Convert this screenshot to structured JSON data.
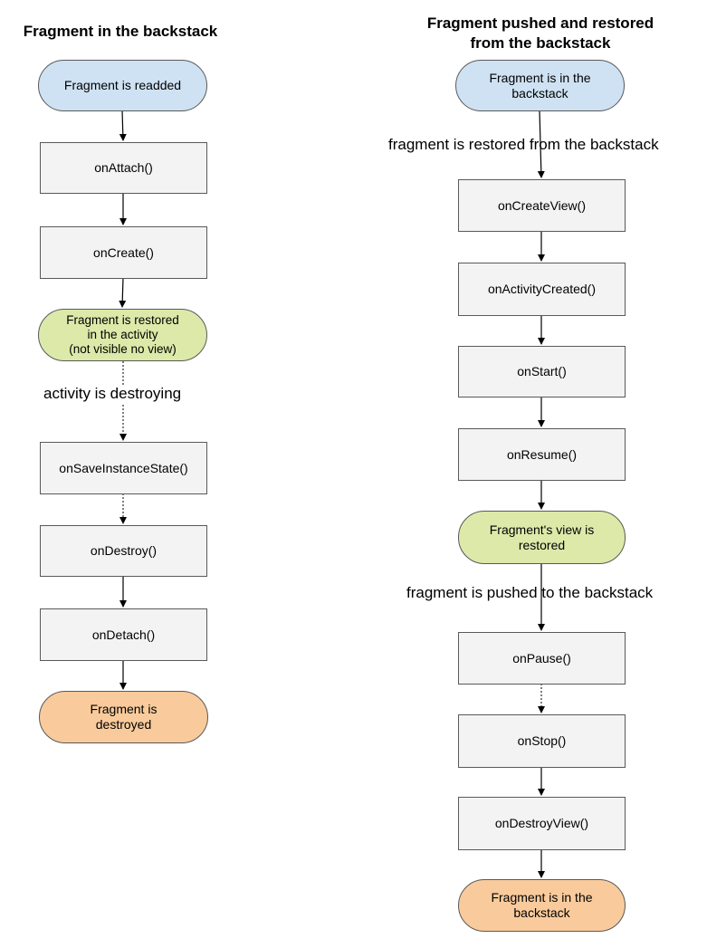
{
  "left": {
    "title": "Fragment in the backstack",
    "nodes": {
      "readded": "Fragment is readded",
      "on_attach": "onAttach()",
      "on_create": "onCreate()",
      "restored": "Fragment is restored\nin the activity\n(not visible no view)",
      "on_save_instance_state": "onSaveInstanceState()",
      "on_destroy": "onDestroy()",
      "on_detach": "onDetach()",
      "destroyed": "Fragment is\ndestroyed"
    },
    "edge_labels": {
      "activity_destroying": "activity is destroying"
    }
  },
  "right": {
    "title": "Fragment pushed and restored\nfrom the backstack",
    "nodes": {
      "in_backstack_start": "Fragment is in the\nbackstack",
      "on_create_view": "onCreateView()",
      "on_activity_created": "onActivityCreated()",
      "on_start": "onStart()",
      "on_resume": "onResume()",
      "view_restored": "Fragment's view is\nrestored",
      "on_pause": "onPause()",
      "on_stop": "onStop()",
      "on_destroy_view": "onDestroyView()",
      "in_backstack_end": "Fragment is in the\nbackstack"
    },
    "edge_labels": {
      "restored_from_backstack": "fragment is restored from the backstack",
      "pushed_to_backstack": "fragment is pushed to the backstack"
    }
  },
  "colors": {
    "start_node": "#cfe2f3",
    "state_node": "#dde9a9",
    "end_node": "#f9cb9c",
    "step_node": "#f3f3f3",
    "border": "#595959"
  }
}
